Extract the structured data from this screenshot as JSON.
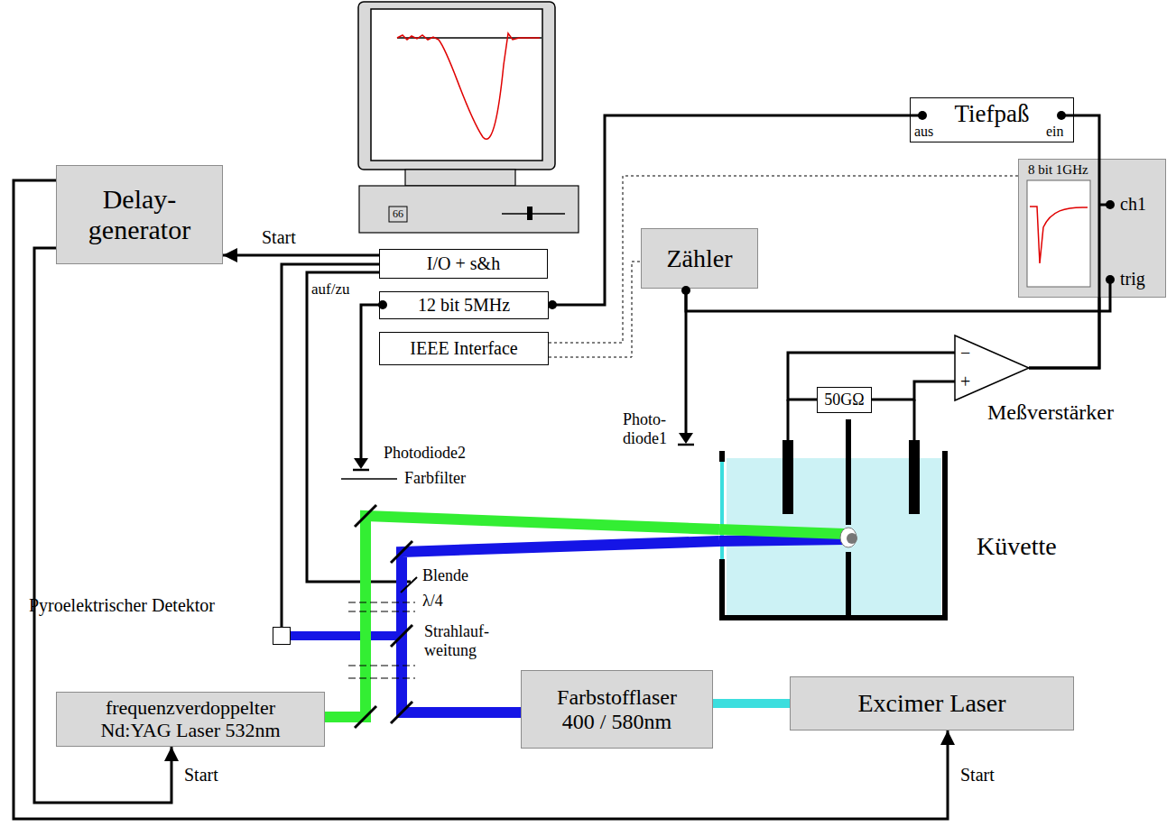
{
  "diagram": {
    "nodes": [
      {
        "text": [
          "Delay- generator"
        ]
      },
      {
        "text": [
          "66"
        ]
      },
      {
        "text": [
          "Tiefpaß",
          "aus",
          "ein"
        ]
      },
      {
        "text": [
          "8 bit 1GHz",
          "ch1",
          "trig"
        ]
      },
      {
        "text": [
          "I/O + s&h"
        ]
      },
      {
        "text": [
          "12 bit 5MHz"
        ]
      },
      {
        "text": [
          "IEEE Interface"
        ]
      },
      {
        "text": [
          "Zähler"
        ]
      },
      {
        "text": [
          "−",
          "+",
          "Meßverstärker"
        ]
      },
      {
        "text": [
          "50GΩ"
        ]
      },
      {
        "text": [
          "Küvette"
        ]
      },
      {
        "text": [
          "Pyroelektrischer Detektor"
        ]
      },
      {
        "text": [
          "frequenzverdoppelter Nd:YAG Laser 532nm"
        ]
      },
      {
        "text": [
          "Farbstofflaser 400 / 580nm"
        ]
      },
      {
        "text": [
          "Excimer Laser"
        ]
      }
    ],
    "edges": [
      {
        "from": 4,
        "to": 0,
        "arrow": "to",
        "label": "Start"
      },
      {
        "from": 0,
        "to": 12,
        "arrow": "to",
        "label": "Start"
      },
      {
        "from": 0,
        "to": 14,
        "arrow": "to",
        "label": "Start"
      },
      {
        "from": 2,
        "to": 5,
        "arrow": "none"
      },
      {
        "from": 8,
        "to": 2,
        "arrow": "none"
      },
      {
        "from": 8,
        "to": 3,
        "arrow": "none"
      },
      {
        "from": 7,
        "to": 3,
        "arrow": "none"
      },
      {
        "from": 6,
        "to": 3,
        "arrow": "none"
      },
      {
        "from": 6,
        "to": 7,
        "arrow": "none"
      },
      {
        "from": 11,
        "to": 4,
        "arrow": "none"
      },
      {
        "from": 14,
        "to": 13,
        "arrow": "none"
      },
      {
        "from": 13,
        "to": 10,
        "arrow": "none"
      },
      {
        "from": 12,
        "to": 10,
        "arrow": "none"
      },
      {
        "from": 9,
        "to": 8,
        "arrow": "none"
      },
      {
        "from": 8,
        "to": 9,
        "arrow": "none"
      }
    ],
    "labels": [
      "auf/zu",
      "Photodiode2",
      "Farbfilter",
      "Photo- diode1",
      "Blende",
      "λ/4",
      "Strahlauf- weitung"
    ]
  }
}
